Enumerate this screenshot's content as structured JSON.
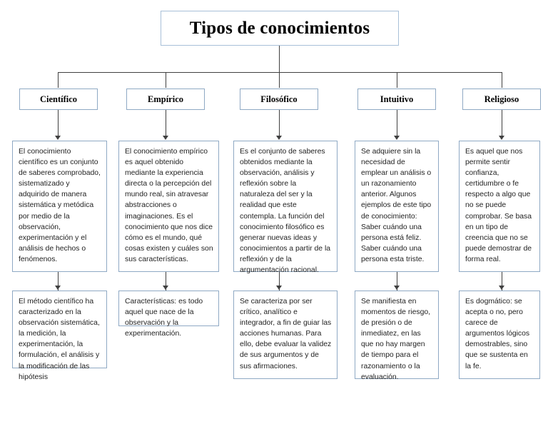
{
  "diagram": {
    "title": "Tipos de conocimientos",
    "branches": [
      {
        "header": "Científico",
        "description": "El conocimiento científico es un conjunto de saberes comprobado, sistematizado y adquirido de manera sistemática y metódica por medio de la observación, experimentación y el análisis de hechos o fenómenos.",
        "detail": "El método científico ha caracterizado en la observación sistemática, la medición, la experimentación, la formulación, el análisis y la modificación de las hipótesis"
      },
      {
        "header": "Empírico",
        "description": "El conocimiento empírico es aquel obtenido mediante la experiencia directa o la percepción del mundo real, sin atravesar abstracciones o imaginaciones. Es el conocimiento que nos dice cómo es el mundo, qué cosas existen y cuáles son sus características.",
        "detail": "Características: es todo aquel que nace de la observación y la experimentación."
      },
      {
        "header": "Filosófico",
        "description": "Es el conjunto de saberes obtenidos mediante la observación, análisis y reflexión sobre la naturaleza del ser y la realidad que este contempla. La función del conocimiento filosófico es generar nuevas ideas y conocimientos a partir de la reflexión y de la argumentación racional.",
        "detail": "Se caracteriza por ser crítico, analítico e integrador, a fin de guiar las acciones humanas. Para ello, debe evaluar la validez de sus argumentos y de sus afirmaciones."
      },
      {
        "header": "Intuitivo",
        "description": "Se adquiere sin la necesidad de emplear un análisis o un razonamiento anterior. Algunos ejemplos de este tipo de conocimiento: Saber cuándo una persona está feliz. Saber cuándo una persona esta triste.",
        "detail": "Se manifiesta en momentos de riesgo, de presión o de inmediatez, en las que no hay margen de tiempo para el razonamiento o la evaluación."
      },
      {
        "header": "Religioso",
        "description": "Es aquel que nos permite sentir confianza, certidumbre o fe respecto a algo que no se puede comprobar. Se basa en un tipo de creencia que no se puede demostrar de forma real.",
        "detail": "Es dogmático: se acepta o no, pero carece de argumentos lógicos demostrables, sino que se sustenta en la fe."
      }
    ],
    "colors": {
      "box_border": "#8fa9c4",
      "title_border": "#a8c0d8",
      "connector": "#404040",
      "background": "#ffffff",
      "text": "#1f1f1f"
    }
  }
}
